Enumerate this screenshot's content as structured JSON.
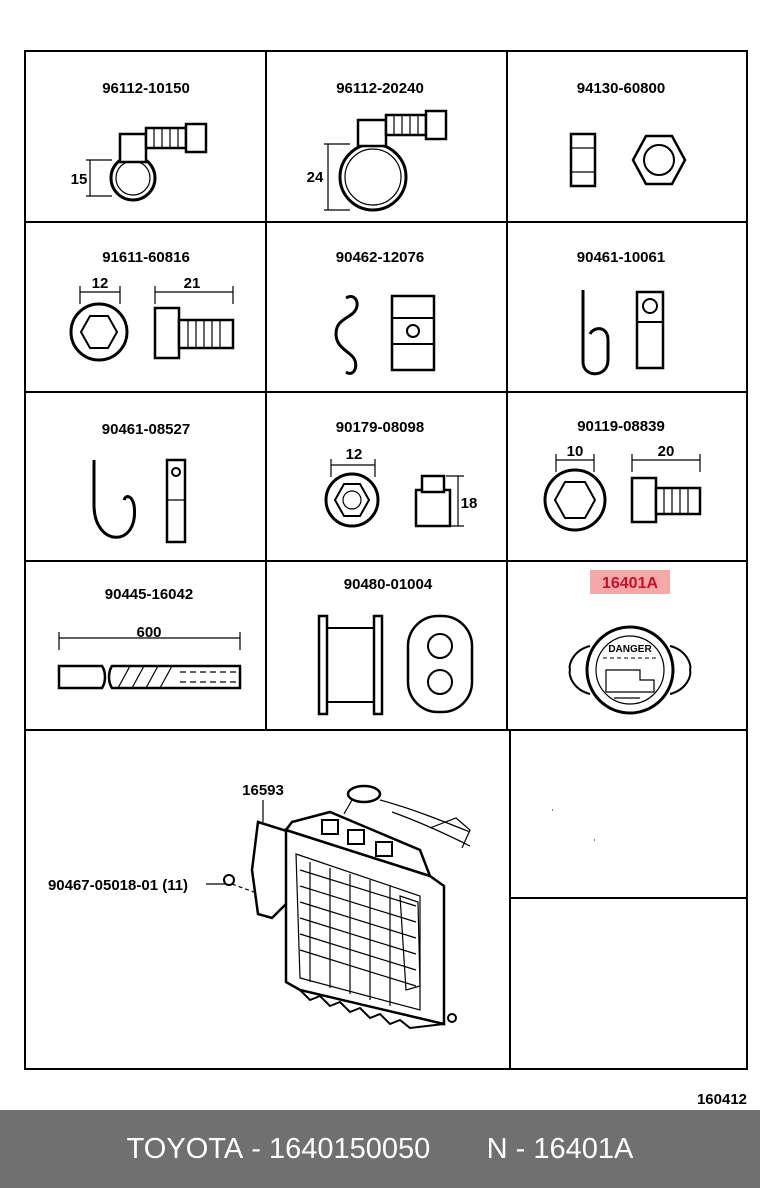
{
  "cells": [
    {
      "part": "96112-10150",
      "dims": [
        "15"
      ]
    },
    {
      "part": "96112-20240",
      "dims": [
        "24"
      ]
    },
    {
      "part": "94130-60800",
      "dims": []
    },
    {
      "part": "91611-60816",
      "dims": [
        "12",
        "21"
      ]
    },
    {
      "part": "90462-12076",
      "dims": []
    },
    {
      "part": "90461-10061",
      "dims": []
    },
    {
      "part": "90461-08527",
      "dims": []
    },
    {
      "part": "90179-08098",
      "dims": [
        "12",
        "18"
      ]
    },
    {
      "part": "90119-08839",
      "dims": [
        "10",
        "20"
      ]
    },
    {
      "part": "90445-16042",
      "dims": [
        "600"
      ]
    },
    {
      "part": "90480-01004",
      "dims": []
    },
    {
      "part": "16401A",
      "dims": [],
      "highlighted": true,
      "label": "DANGER"
    }
  ],
  "assembly": {
    "callout_radiator": "16593",
    "callout_screw": "90467-05018-01 (11)"
  },
  "colors": {
    "highlight_bg": "#f4a8a8",
    "highlight_text": "#c8102e",
    "footer_bg": "#707070"
  },
  "diagram_code": "160412",
  "footer": {
    "brand": "TOYOTA",
    "sep1": " - ",
    "number": "1640150050",
    "gap": "       ",
    "n_prefix": "N",
    "sep2": " - ",
    "ref": "16401A"
  }
}
